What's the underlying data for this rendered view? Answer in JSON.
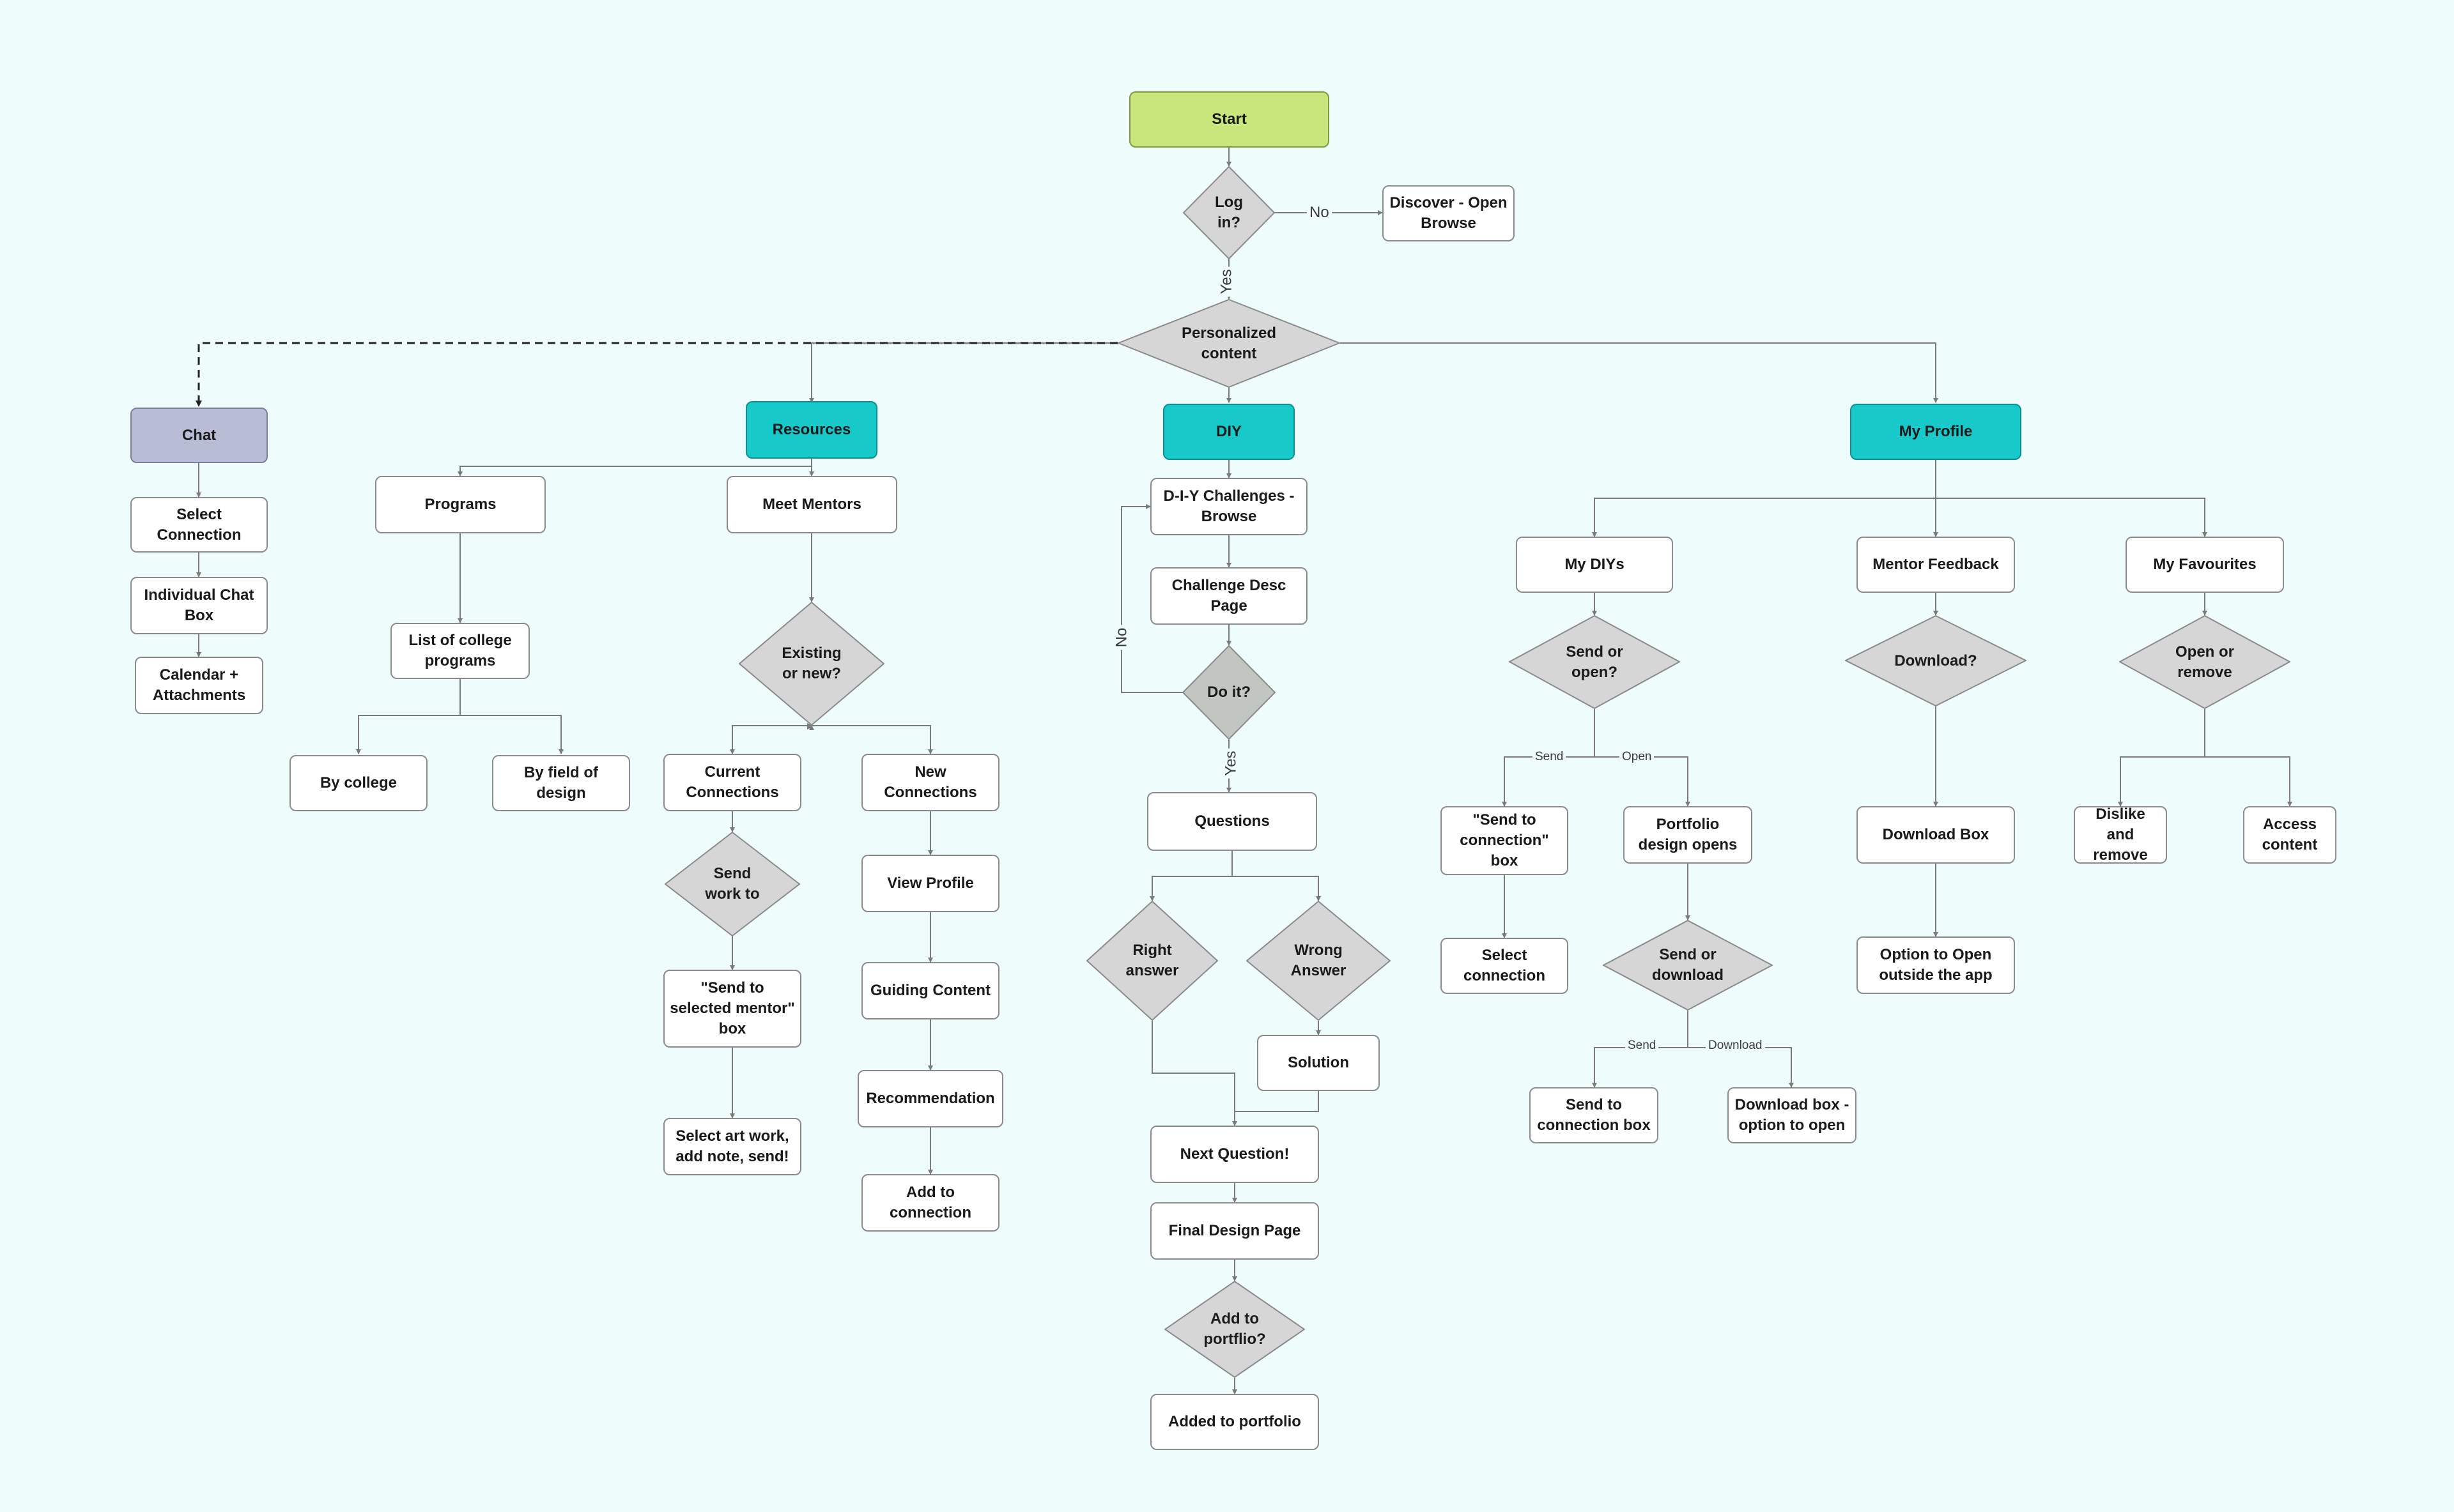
{
  "nodes": {
    "start": "Start",
    "login": "Log in?",
    "discover": "Discover - Open Browse",
    "personalized": "Personalized content",
    "chat": "Chat",
    "select_connection": "Select Connection",
    "individual_chat": "Individual Chat Box",
    "calendar": "Calendar + Attachments",
    "resources": "Resources",
    "programs": "Programs",
    "list_programs": "List of college programs",
    "by_college": "By college",
    "by_field": "By field of design",
    "meet_mentors": "Meet Mentors",
    "existing_new": "Existing or new?",
    "current_conn": "Current Connections",
    "send_work": "Send work to",
    "send_mentor_box": "\"Send to selected mentor\" box",
    "select_art": "Select art work, add note, send!",
    "new_conn": "New Connections",
    "view_profile": "View Profile",
    "guiding": "Guiding Content",
    "recommendation": "Recommendation",
    "add_connection": "Add to connection",
    "diy": "DIY",
    "diy_browse": "D-I-Y Challenges - Browse",
    "challenge_desc": "Challenge Desc Page",
    "do_it": "Do it?",
    "questions": "Questions",
    "right": "Right answer",
    "wrong": "Wrong Answer",
    "solution": "Solution",
    "next_q": "Next Question!",
    "final_design": "Final Design Page",
    "add_portfolio": "Add to portflio?",
    "added_portfolio": "Added to portfolio",
    "my_profile": "My Profile",
    "my_diys": "My DIYs",
    "send_open": "Send or open?",
    "send_conn_box": "\"Send to connection\" box",
    "select_conn2": "Select connection",
    "portfolio_opens": "Portfolio design opens",
    "send_download": "Send or download",
    "send_to_conn_box": "Send to connection box",
    "download_box_open": "Download box - option to open",
    "mentor_feedback": "Mentor Feedback",
    "download_q": "Download?",
    "download_box": "Download Box",
    "option_open": "Option to Open outside the app",
    "my_favourites": "My Favourites",
    "open_remove": "Open or remove",
    "dislike": "Dislike and remove",
    "access": "Access content"
  },
  "edge_labels": {
    "no": "No",
    "yes": "Yes",
    "send": "Send",
    "open": "Open",
    "download": "Download"
  },
  "colors": {
    "background": "#effcfc",
    "start": "#c8e67c",
    "section": "#17c9c9",
    "chat": "#b8bcd4",
    "decision": "#d6d6d6",
    "decision_dark": "#c2c6c0",
    "line": "#7a7a7a"
  }
}
